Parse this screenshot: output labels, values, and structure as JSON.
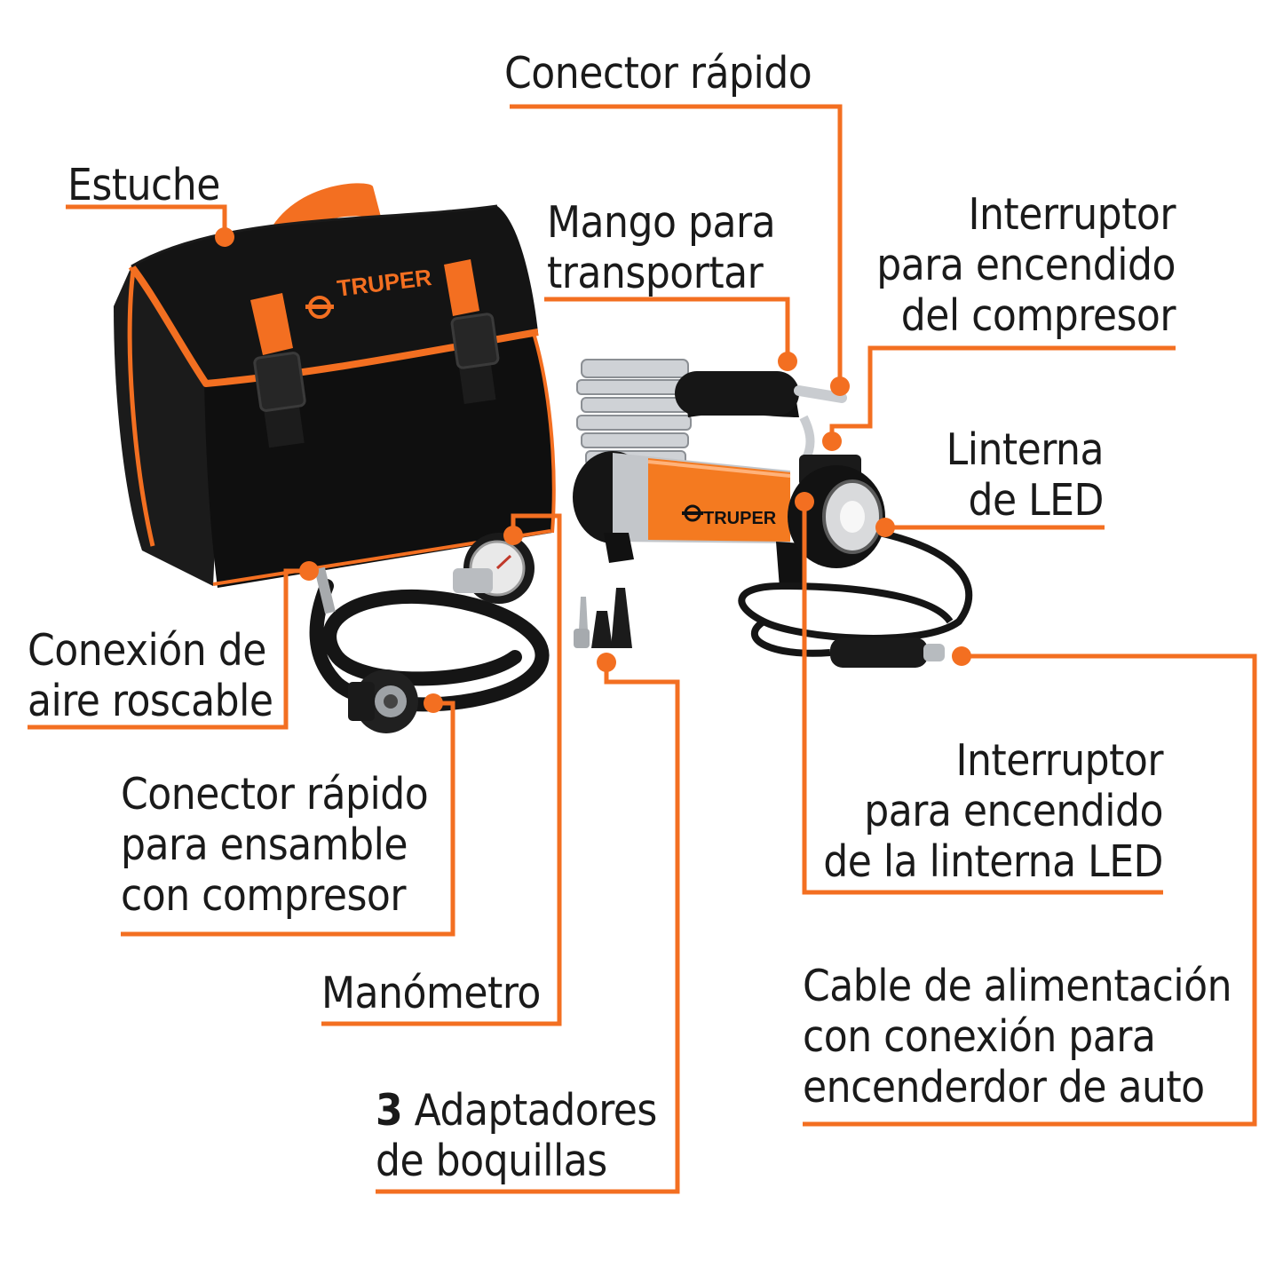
{
  "colors": {
    "accent": "#f36f21",
    "bag": "#111111",
    "compressor_body": "#f47a20",
    "chrome": "#c9ccd0",
    "text": "#1a1a1a"
  },
  "brand": {
    "logo_text": "TRUPER"
  },
  "labels": {
    "conector_rapido": "Conector rápido",
    "estuche": "Estuche",
    "mango": [
      "Mango para",
      "transportar"
    ],
    "interruptor_compresor": [
      "Interruptor",
      "para encendido",
      "del compresor"
    ],
    "linterna": [
      "Linterna",
      "de LED"
    ],
    "conexion_aire": [
      "Conexión de",
      "aire roscable"
    ],
    "conector_ensamble": [
      "Conector rápido",
      "para ensamble",
      "con compresor"
    ],
    "manometro": "Manómetro",
    "adaptadores": {
      "count": "3",
      "line1_rest": " Adaptadores",
      "line2": "de boquillas"
    },
    "interruptor_linterna": [
      "Interruptor",
      "para encendido",
      "de la linterna LED"
    ],
    "cable": [
      "Cable de alimentación",
      "con conexión para",
      "encenderdor de auto"
    ]
  }
}
